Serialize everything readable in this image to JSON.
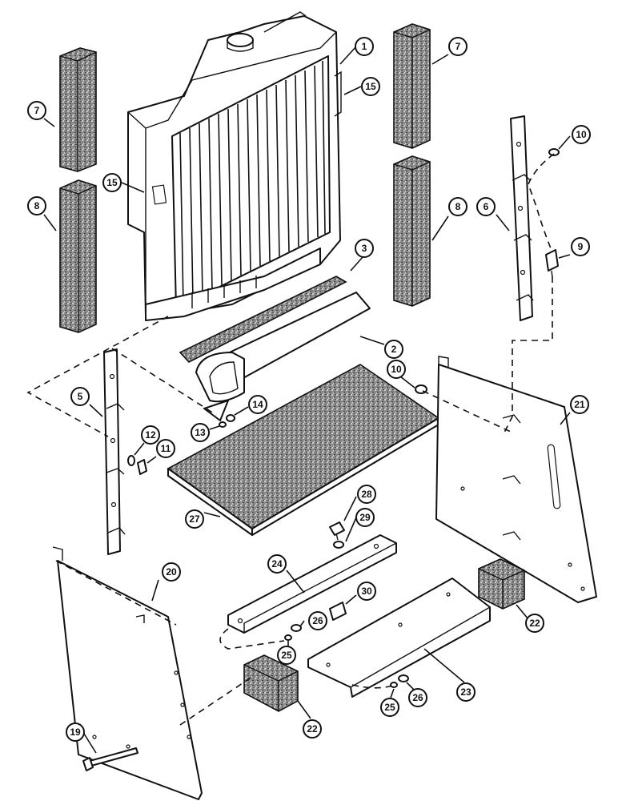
{
  "callouts": [
    {
      "label": "1"
    },
    {
      "label": "15"
    },
    {
      "label": "15"
    },
    {
      "label": "7"
    },
    {
      "label": "8"
    },
    {
      "label": "7"
    },
    {
      "label": "8"
    },
    {
      "label": "10"
    },
    {
      "label": "6"
    },
    {
      "label": "9"
    },
    {
      "label": "3"
    },
    {
      "label": "2"
    },
    {
      "label": "10"
    },
    {
      "label": "5"
    },
    {
      "label": "14"
    },
    {
      "label": "13"
    },
    {
      "label": "12"
    },
    {
      "label": "11"
    },
    {
      "label": "21"
    },
    {
      "label": "27"
    },
    {
      "label": "28"
    },
    {
      "label": "29"
    },
    {
      "label": "20"
    },
    {
      "label": "24"
    },
    {
      "label": "30"
    },
    {
      "label": "26"
    },
    {
      "label": "25"
    },
    {
      "label": "22"
    },
    {
      "label": "22"
    },
    {
      "label": "23"
    },
    {
      "label": "25"
    },
    {
      "label": "26"
    },
    {
      "label": "19"
    }
  ]
}
